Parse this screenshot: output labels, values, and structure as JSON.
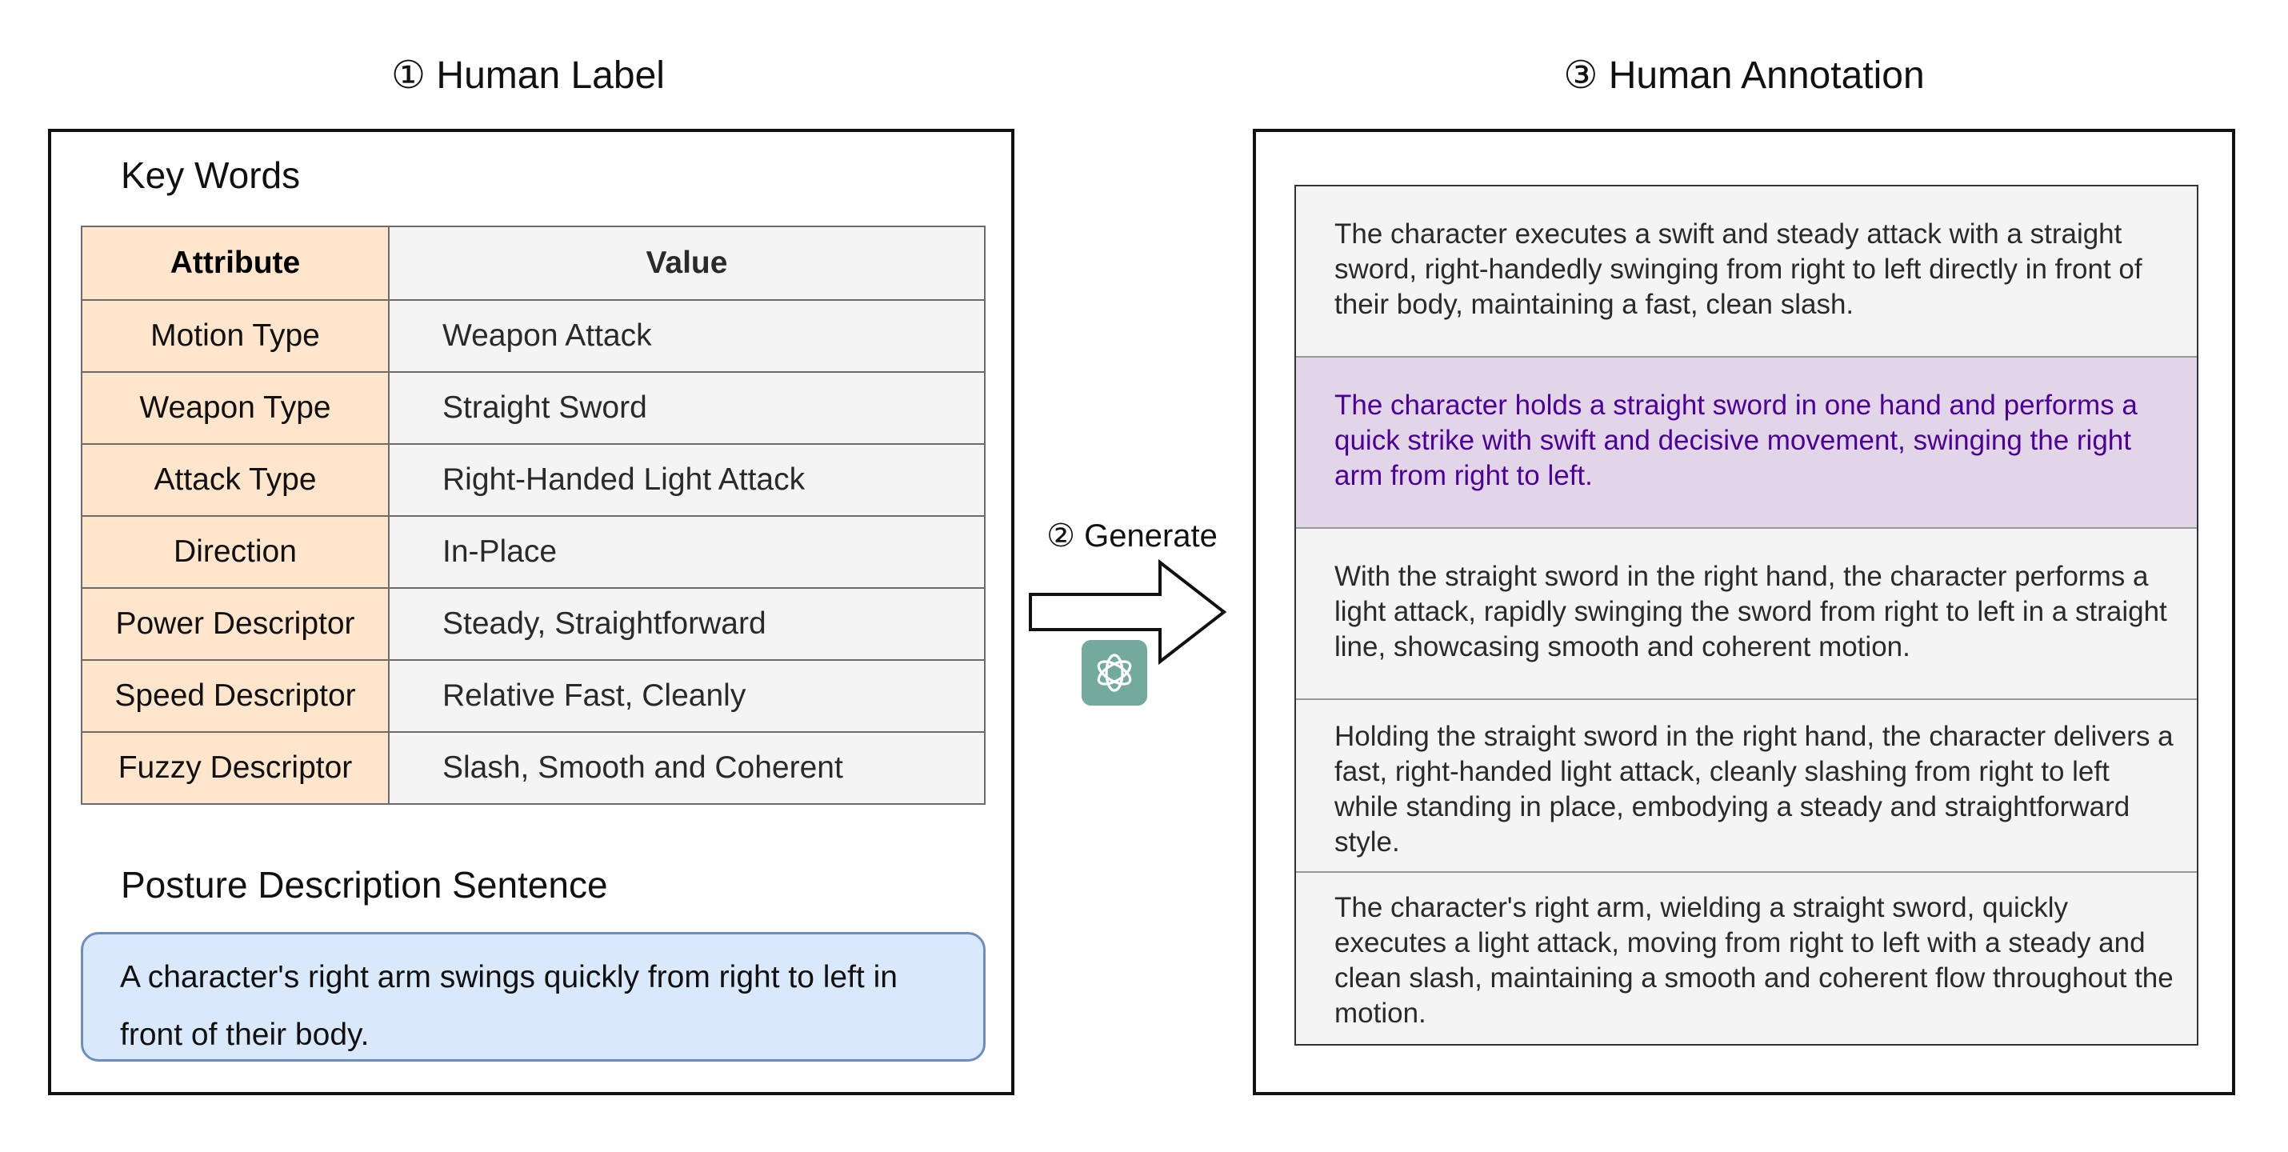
{
  "titles": {
    "left": "① Human Label",
    "right": "③ Human Annotation",
    "generate": "② Generate"
  },
  "keywords": {
    "heading": "Key Words",
    "header": {
      "attribute": "Attribute",
      "value": "Value"
    },
    "rows": [
      {
        "attribute": "Motion Type",
        "value": "Weapon Attack"
      },
      {
        "attribute": "Weapon Type",
        "value": "Straight Sword"
      },
      {
        "attribute": "Attack Type",
        "value": "Right-Handed Light Attack"
      },
      {
        "attribute": "Direction",
        "value": "In-Place"
      },
      {
        "attribute": "Power Descriptor",
        "value": "Steady, Straightforward"
      },
      {
        "attribute": "Speed Descriptor",
        "value": "Relative Fast, Cleanly"
      },
      {
        "attribute": "Fuzzy Descriptor",
        "value": "Slash, Smooth and Coherent"
      }
    ]
  },
  "posture": {
    "heading": "Posture Description Sentence",
    "sentence": "A character's right arm swings quickly from right to left in front of their body."
  },
  "annotations": [
    "The character executes a swift and steady attack with a straight sword, right-handedly swinging from right to left directly in front of their body, maintaining a fast, clean slash.",
    "The character holds a straight sword in one hand and performs a quick strike with swift and decisive movement, swinging the right arm from right to left.",
    "With the straight sword in the right hand, the character performs a light attack, rapidly swinging the sword from right to left in a straight line, showcasing smooth and coherent motion.",
    "Holding the straight sword in the right hand, the character delivers a fast, right-handed light attack, cleanly slashing from right to left while standing in place, embodying a steady and straightforward style.",
    "The character's right arm, wielding a straight sword, quickly executes a light attack, moving from right to left with a steady and clean slash, maintaining a smooth and coherent flow throughout the motion."
  ],
  "icons": {
    "arrow": "right-arrow-icon",
    "logo": "openai-logo-icon"
  },
  "colors": {
    "attribute_bg": "#ffe5cc",
    "value_bg": "#f4f4f4",
    "posture_bg": "#dae8fc",
    "posture_border": "#6c8ebf",
    "highlight_bg": "#e1d5e7",
    "highlight_text": "#4c0099",
    "logo_bg": "#74aa9c"
  }
}
